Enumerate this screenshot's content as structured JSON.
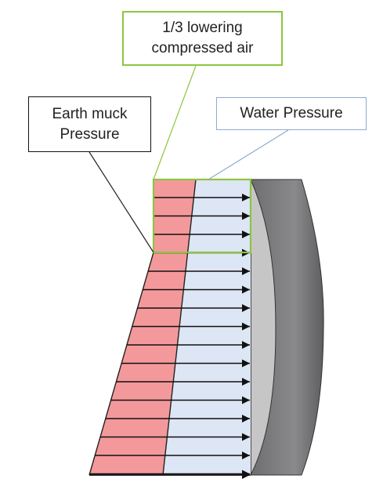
{
  "labels": {
    "air_line1": "1/3 lowering",
    "air_line2": "compressed air",
    "earth_line1": "Earth muck",
    "earth_line2": "Pressure",
    "water": "Water Pressure"
  },
  "colors": {
    "earth_fill": "#f4999b",
    "water_fill": "#dde6f4",
    "air_outline": "#8cc63f",
    "water_outline": "#8eaad2",
    "disc_face": "#c6c6c6",
    "disc_side": "#7a7a7b",
    "arrow": "#111111"
  }
}
